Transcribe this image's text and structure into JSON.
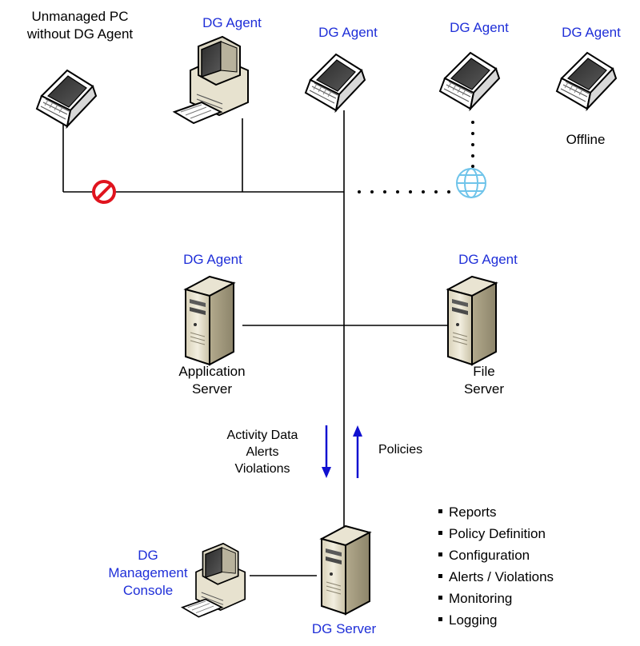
{
  "colors": {
    "agent_label": "#1f2fd8",
    "text": "#000000",
    "line": "#000000",
    "arrow": "#1010d0",
    "blocked": "#e0141e",
    "globe": "#6fc4ea"
  },
  "nodes": {
    "unmanaged_pc": {
      "label_line1": "Unmanaged PC",
      "label_line2": "without DG Agent",
      "icon": "laptop-icon"
    },
    "desktop_agent": {
      "label": "DG Agent",
      "icon": "desktop-computer-icon"
    },
    "laptop_agent_center": {
      "label": "DG Agent",
      "icon": "laptop-icon"
    },
    "laptop_agent_remote": {
      "label": "DG Agent",
      "icon": "laptop-icon"
    },
    "laptop_agent_offline": {
      "label": "DG Agent",
      "status": "Offline",
      "icon": "laptop-icon"
    },
    "application_server": {
      "agent_label": "DG Agent",
      "label_line1": "Application",
      "label_line2": "Server",
      "icon": "server-tower-icon"
    },
    "file_server": {
      "agent_label": "DG Agent",
      "label_line1": "File",
      "label_line2": "Server",
      "icon": "server-tower-icon"
    },
    "management_console": {
      "label_line1": "DG",
      "label_line2": "Management",
      "label_line3": "Console",
      "icon": "desktop-computer-icon"
    },
    "dg_server": {
      "label": "DG Server",
      "icon": "server-tower-icon"
    }
  },
  "flows": {
    "upstream": {
      "line1": "Activity Data",
      "line2": "Alerts",
      "line3": "Violations",
      "direction": "down"
    },
    "downstream": {
      "label": "Policies",
      "direction": "up"
    }
  },
  "server_features": [
    "Reports",
    "Policy Definition",
    "Configuration",
    "Alerts / Violations",
    "Monitoring",
    "Logging"
  ],
  "icons": {
    "blocked": "no-entry-icon",
    "internet": "globe-icon"
  }
}
